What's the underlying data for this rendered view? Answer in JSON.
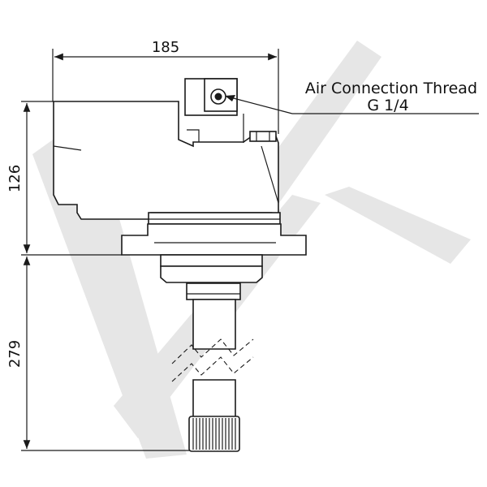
{
  "dimensions": {
    "width": "185",
    "upper_height": "126",
    "lower_height": "279"
  },
  "callout": {
    "line1": "Air Connection Thread",
    "line2": "G 1/4"
  },
  "colors": {
    "line": "#1a1a1a",
    "watermark": "#e6e6e6",
    "background": "#ffffff"
  }
}
